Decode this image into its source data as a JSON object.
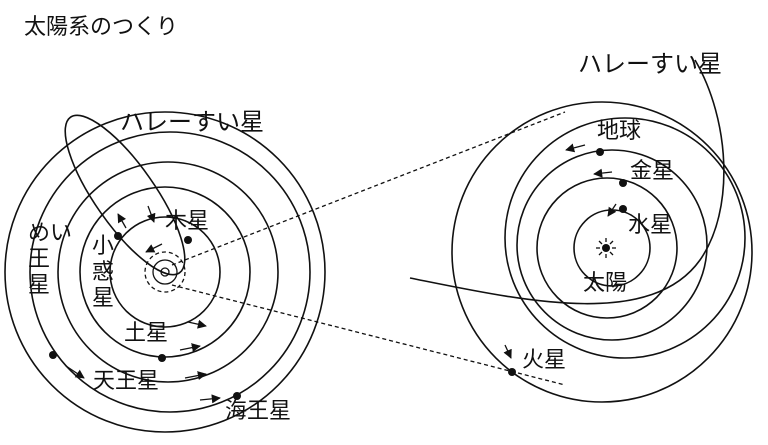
{
  "title": "太陽系のつくり",
  "left": {
    "comet": "ハレーすい星",
    "jupiter": "木星",
    "asteroids": "小\n惑\n星",
    "pluto": "めい\n王\n星",
    "saturn": "土星",
    "uranus": "天王星",
    "neptune": "海王星"
  },
  "right": {
    "comet": "ハレーすい星",
    "earth": "地球",
    "venus": "金星",
    "mercury": "水星",
    "sun": "太陽",
    "mars": "火星"
  }
}
